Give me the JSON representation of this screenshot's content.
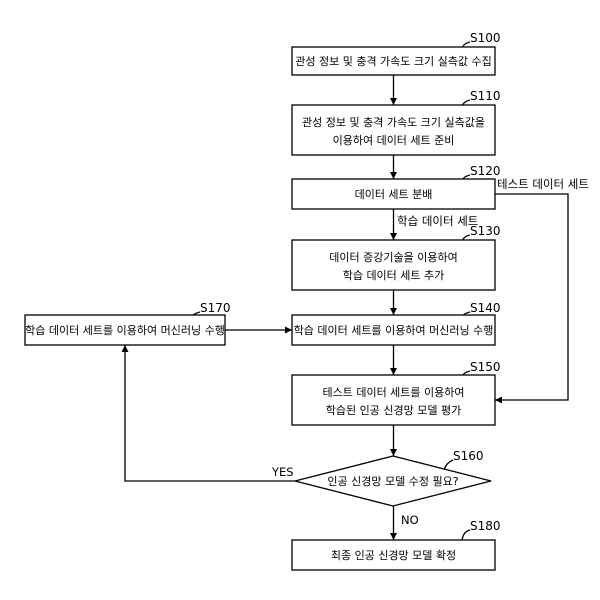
{
  "steps": {
    "s100": {
      "id": "S100",
      "text": "관성 정보 및 충격 가속도 크기 실측값 수집"
    },
    "s110": {
      "id": "S110",
      "line1": "관성 정보 및 충격 가속도 크기 실측값을",
      "line2": "이용하여 데이터 세트 준비"
    },
    "s120": {
      "id": "S120",
      "text": "데이터 세트 분배"
    },
    "s130": {
      "id": "S130",
      "line1": "데이터 증강기술을 이용하여",
      "line2": "학습 데이터 세트 추가"
    },
    "s140": {
      "id": "S140",
      "text": "학습 데이터 세트를 이용하여 머신러닝 수행"
    },
    "s150": {
      "id": "S150",
      "line1": "테스트 데이터 세트를 이용하여",
      "line2": "학습된 인공 신경망 모델 평가"
    },
    "s160": {
      "id": "S160",
      "text": "인공 신경망 모델 수정 필요?"
    },
    "s170": {
      "id": "S170",
      "text": "학습 데이터 세트를 이용하여 머신러닝 수행"
    },
    "s180": {
      "id": "S180",
      "text": "최종 인공 신경망 모델 확정"
    }
  },
  "edge_labels": {
    "training_set": "학습 데이터 세트",
    "test_set": "테스트 데이터 세트",
    "yes": "YES",
    "no": "NO"
  }
}
